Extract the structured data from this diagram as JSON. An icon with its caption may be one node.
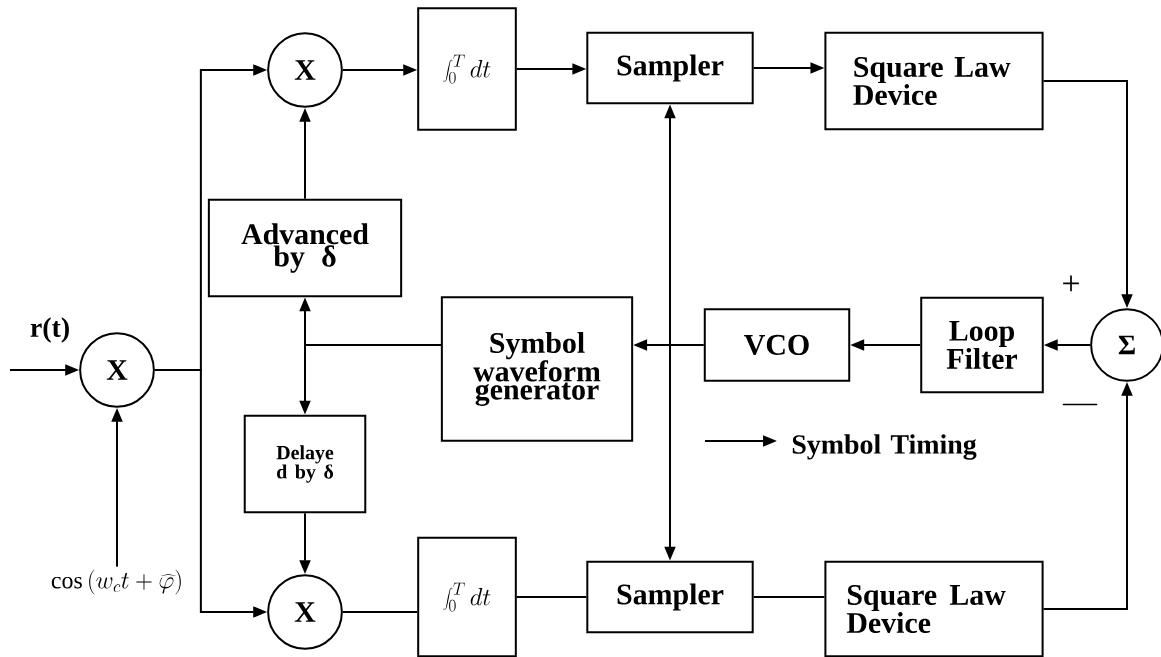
{
  "diagram": {
    "nodes": [
      {
        "text": [
          "X"
        ]
      },
      {
        "text": [
          "\\cos\\left( w_{c}t+\\widehat{\\varphi}\\right)"
        ]
      },
      {
        "text": [
          "X"
        ]
      },
      {
        "text": [
          "\\int_{0}^{T} dt"
        ]
      },
      {
        "text": [
          "Sampler"
        ]
      },
      {
        "text": [
          "Square Law Device"
        ]
      },
      {
        "text": [
          "Advanced by δ"
        ]
      },
      {
        "text": [
          "Symbol waveform generator"
        ]
      },
      {
        "text": [
          "VCO"
        ]
      },
      {
        "text": [
          "Loop Filter"
        ]
      },
      {
        "text": [
          "Σ"
        ]
      },
      {
        "text": [
          "Delaye d by δ"
        ]
      },
      {
        "text": [
          "X"
        ]
      },
      {
        "text": [
          "\\int_{0}^{T} dt"
        ]
      },
      {
        "text": [
          "Sampler"
        ]
      },
      {
        "text": [
          "Square Law Device"
        ]
      }
    ],
    "edges": [
      {
        "from": null,
        "to": 0,
        "arrow": "to",
        "label": "r(t)"
      },
      {
        "from": 1,
        "to": 0,
        "arrow": "to"
      },
      {
        "from": 0,
        "to": 2,
        "arrow": "to"
      },
      {
        "from": 0,
        "to": 12,
        "arrow": "to"
      },
      {
        "from": 2,
        "to": 3,
        "arrow": "to"
      },
      {
        "from": 3,
        "to": 4,
        "arrow": "to"
      },
      {
        "from": 4,
        "to": 5,
        "arrow": "to"
      },
      {
        "from": 5,
        "to": 10,
        "arrow": "to"
      },
      {
        "from": 15,
        "to": 10,
        "arrow": "to"
      },
      {
        "from": 10,
        "to": 9,
        "arrow": "to"
      },
      {
        "from": 9,
        "to": 8,
        "arrow": "to"
      },
      {
        "from": 8,
        "to": 7,
        "arrow": "to"
      },
      {
        "from": 4,
        "to": 14,
        "arrow": "both"
      },
      {
        "from": 7,
        "to": 6,
        "arrow": "to"
      },
      {
        "from": 7,
        "to": 11,
        "arrow": "to"
      },
      {
        "from": 6,
        "to": 2,
        "arrow": "to"
      },
      {
        "from": 11,
        "to": 12,
        "arrow": "to"
      },
      {
        "from": 12,
        "to": 13,
        "arrow": "none"
      },
      {
        "from": 13,
        "to": 14,
        "arrow": "none"
      },
      {
        "from": 14,
        "to": 15,
        "arrow": "none"
      }
    ],
    "labels": [
      "+",
      "—"
    ],
    "legend": [
      {
        "text": "Symbol Timing"
      }
    ]
  }
}
